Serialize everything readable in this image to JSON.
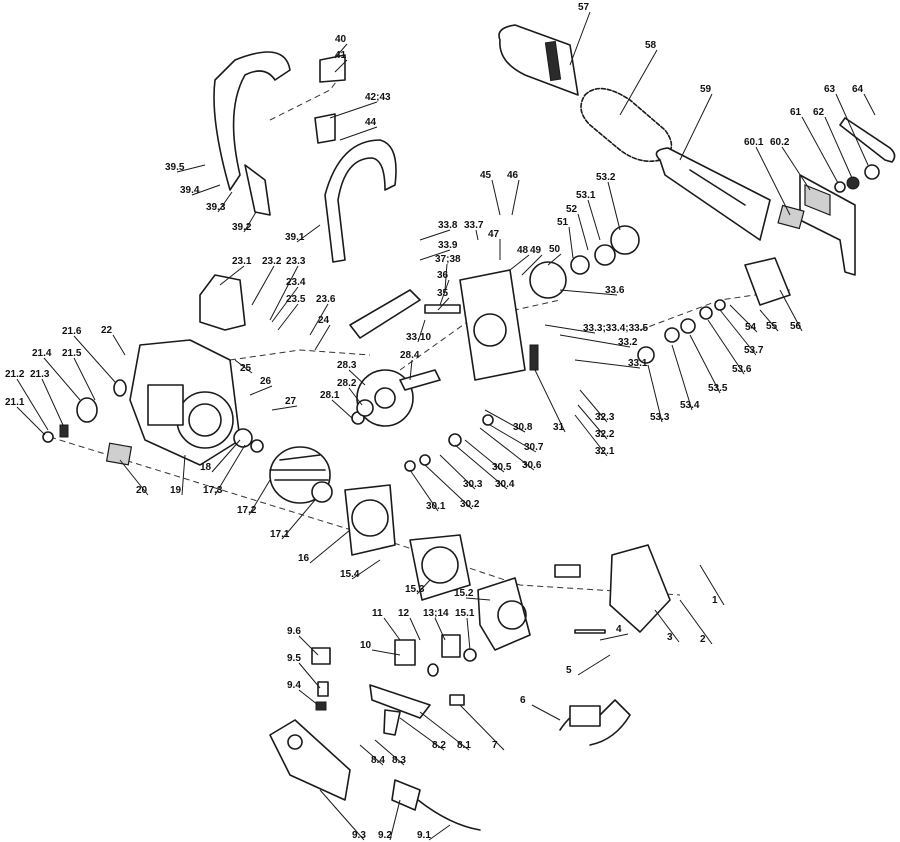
{
  "labels": [
    "1",
    "2",
    "3",
    "4",
    "5",
    "6",
    "7",
    "8.1",
    "8.2",
    "8.3",
    "8.4",
    "9.1",
    "9.2",
    "9.3",
    "9.4",
    "9.5",
    "9.6",
    "10",
    "11",
    "12",
    "13;14",
    "15.1",
    "15.2",
    "15.3",
    "15.4",
    "16",
    "17.1",
    "17.2",
    "17.3",
    "18",
    "19",
    "20",
    "21.1",
    "21.2",
    "21.3",
    "21.4",
    "21.5",
    "21.6",
    "22",
    "23.1",
    "23.2",
    "23.3",
    "23.4",
    "23.5",
    "23.6",
    "24",
    "25",
    "26",
    "27",
    "28.1",
    "28.2",
    "28.3",
    "28.4",
    "30.1",
    "30.2",
    "30.3",
    "30.4",
    "30.5",
    "30.6",
    "30.7",
    "30.8",
    "31",
    "32.1",
    "32.2",
    "32.3",
    "33.1",
    "33.2",
    "33.3;33.4;33.5",
    "33.6",
    "33.7",
    "33.8",
    "33.9",
    "33.10",
    "35",
    "36",
    "37;38",
    "39.1",
    "39.2",
    "39.3",
    "39.4",
    "39.5",
    "40",
    "41",
    "42;43",
    "44",
    "45",
    "46",
    "47",
    "48",
    "49",
    "50",
    "51",
    "52",
    "53.1",
    "53.2",
    "53.3",
    "53.4",
    "53.5",
    "53.6",
    "53.7",
    "54",
    "55",
    "56",
    "57",
    "58",
    "59",
    "60.1",
    "60.2",
    "61",
    "62",
    "63",
    "64"
  ]
}
